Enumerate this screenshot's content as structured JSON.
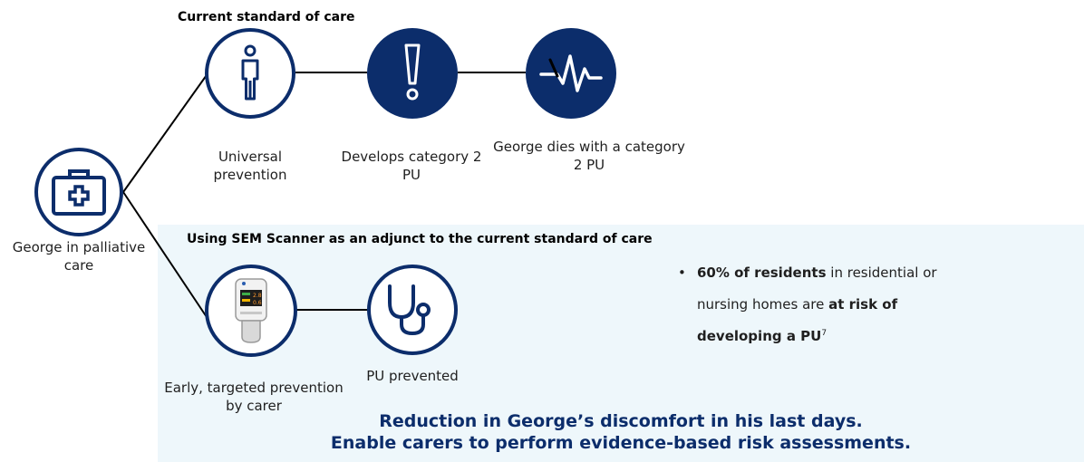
{
  "colors": {
    "navy": "#0c2d6b",
    "panel_background": "#eef7fb"
  },
  "start": {
    "icon": "medical-kit-icon",
    "label": "George in palliative care"
  },
  "current_pathway": {
    "heading": "Current standard of care",
    "steps": [
      {
        "icon": "person-icon",
        "style": "outline",
        "label": "Universal prevention"
      },
      {
        "icon": "exclamation-icon",
        "style": "filled",
        "label": "Develops category 2 PU"
      },
      {
        "icon": "heartbeat-icon",
        "style": "filled",
        "label": "George dies with a category 2 PU"
      }
    ]
  },
  "sem_pathway": {
    "heading": "Using SEM Scanner as an adjunct to the current standard of care",
    "steps": [
      {
        "icon": "sem-scanner-device-icon",
        "style": "outline",
        "label": "Early, targeted prevention by carer"
      },
      {
        "icon": "stethoscope-icon",
        "style": "outline",
        "label": "PU prevented"
      }
    ],
    "device_readings": [
      "2.8",
      "0.6"
    ]
  },
  "bullet": {
    "marker": "•",
    "bold_1": "60% of residents",
    "text_1": " in residential or nursing homes are ",
    "bold_2": "at risk of developing a PU",
    "superscript": "7"
  },
  "conclusion": {
    "line_1": "Reduction in George’s discomfort in his last days.",
    "line_2": "Enable carers to perform evidence-based risk assessments."
  }
}
